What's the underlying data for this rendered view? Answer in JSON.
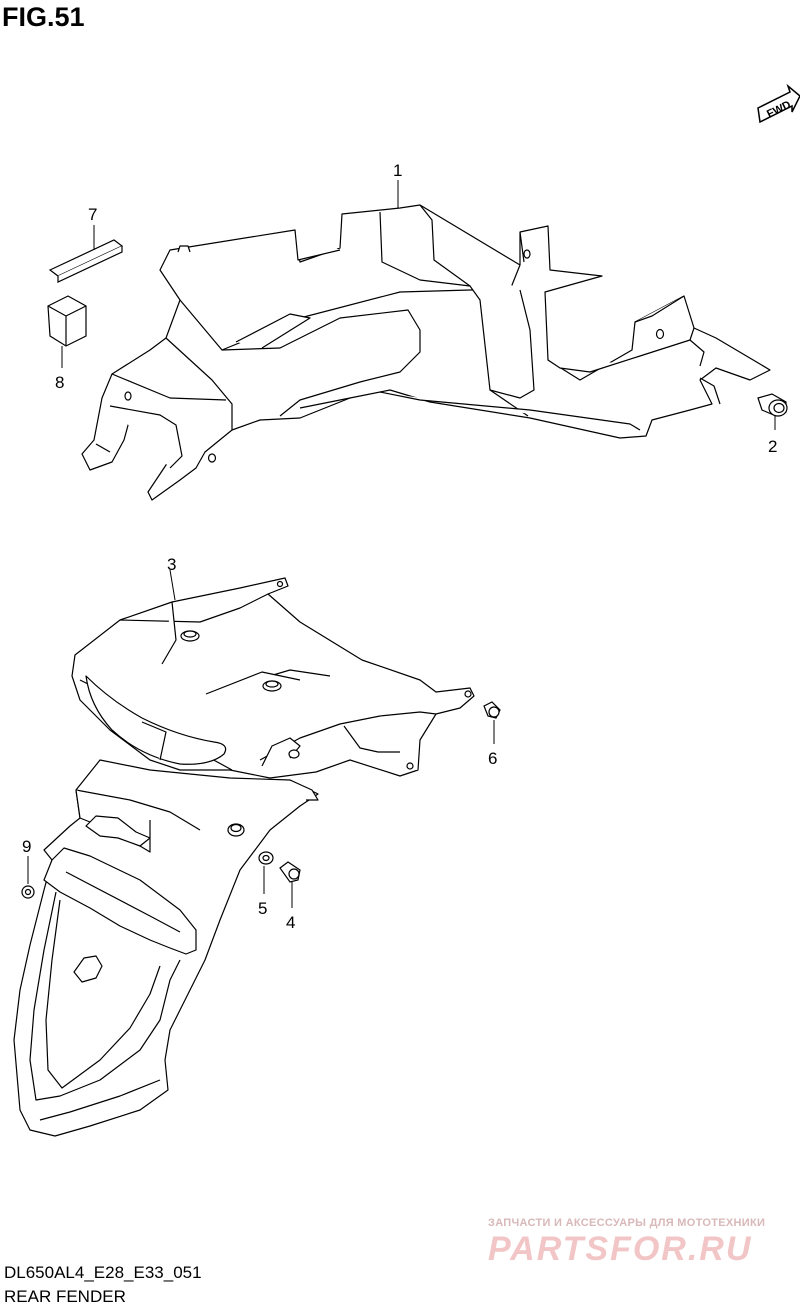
{
  "figure": {
    "title": "FIG.51"
  },
  "fwd_indicator": {
    "label": "FWD",
    "icon": "forward-arrow-icon"
  },
  "callouts": [
    {
      "id": "1",
      "label": "1"
    },
    {
      "id": "2",
      "label": "2"
    },
    {
      "id": "3",
      "label": "3"
    },
    {
      "id": "4",
      "label": "4"
    },
    {
      "id": "5",
      "label": "5"
    },
    {
      "id": "6",
      "label": "6"
    },
    {
      "id": "7",
      "label": "7"
    },
    {
      "id": "8",
      "label": "8"
    },
    {
      "id": "9",
      "label": "9"
    }
  ],
  "footer": {
    "diagram_code": "DL650AL4_E28_E33_051",
    "diagram_name": "REAR FENDER"
  },
  "watermark": {
    "tagline": "ЗАПЧАСТИ И АКСЕССУАРЫ ДЛЯ МОТОТЕХНИКИ",
    "logo_text": "PARTSFOR.RU"
  },
  "colors": {
    "line": "#000000",
    "background": "#ffffff",
    "watermark": "#f2c6c6"
  }
}
